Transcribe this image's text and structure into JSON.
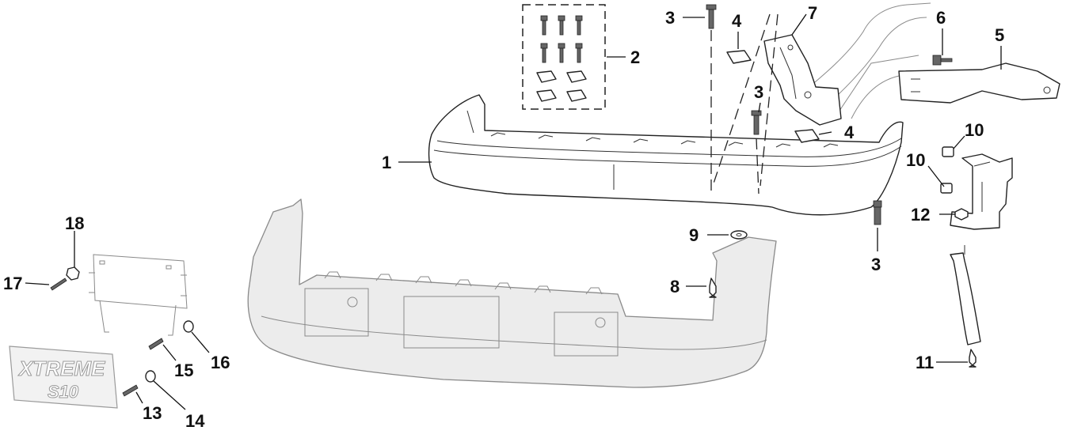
{
  "diagram": {
    "callouts": [
      {
        "id": "c1",
        "label": "1"
      },
      {
        "id": "c2",
        "label": "2"
      },
      {
        "id": "c3a",
        "label": "3"
      },
      {
        "id": "c3b",
        "label": "3"
      },
      {
        "id": "c3c",
        "label": "3"
      },
      {
        "id": "c4a",
        "label": "4"
      },
      {
        "id": "c4b",
        "label": "4"
      },
      {
        "id": "c5",
        "label": "5"
      },
      {
        "id": "c6",
        "label": "6"
      },
      {
        "id": "c7",
        "label": "7"
      },
      {
        "id": "c8",
        "label": "8"
      },
      {
        "id": "c9",
        "label": "9"
      },
      {
        "id": "c10a",
        "label": "10"
      },
      {
        "id": "c10b",
        "label": "10"
      },
      {
        "id": "c11",
        "label": "11"
      },
      {
        "id": "c12",
        "label": "12"
      },
      {
        "id": "c13",
        "label": "13"
      },
      {
        "id": "c14",
        "label": "14"
      },
      {
        "id": "c15",
        "label": "15"
      },
      {
        "id": "c16",
        "label": "16"
      },
      {
        "id": "c17",
        "label": "17"
      },
      {
        "id": "c18",
        "label": "18"
      }
    ],
    "emblem": {
      "line1": "XTREME",
      "line2": "S10"
    },
    "colors": {
      "line": "#222222",
      "ghost_part": "#ececec",
      "ghost_outline": "#8a8a8a"
    }
  }
}
